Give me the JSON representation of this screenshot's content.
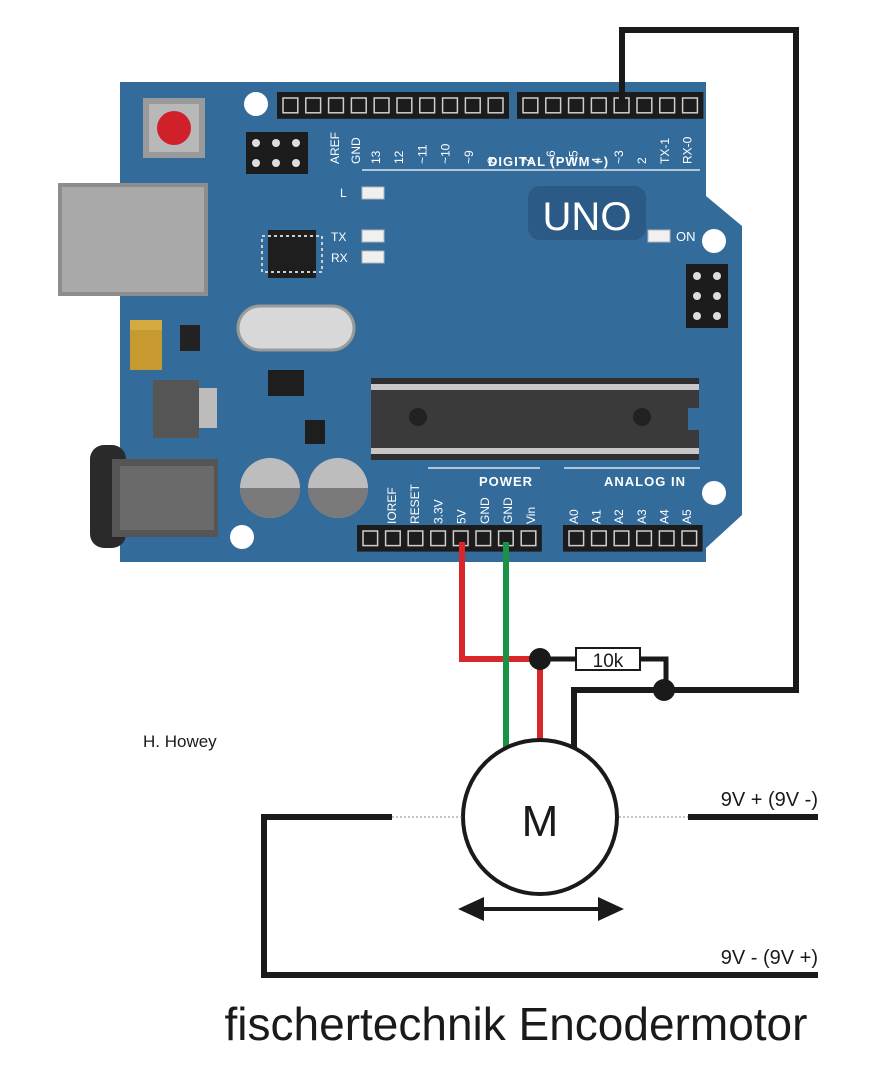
{
  "board": {
    "model_label": "UNO",
    "digital_section_label": "DIGITAL (PWM ~)",
    "digital_pins": [
      "AREF",
      "GND",
      "13",
      "12",
      "~11",
      "~10",
      "~9",
      "8",
      "7",
      "~6",
      "~5",
      "4",
      "~3",
      "2",
      "TX-1",
      "RX-0"
    ],
    "led_labels": {
      "l": "L",
      "tx": "TX",
      "rx": "RX",
      "on": "ON"
    },
    "power_section_label": "POWER",
    "power_pins": [
      "IOREF",
      "RESET",
      "3.3V",
      "5V",
      "GND",
      "GND",
      "Vin"
    ],
    "analog_section_label": "ANALOG IN",
    "analog_pins": [
      "A0",
      "A1",
      "A2",
      "A3",
      "A4",
      "A5"
    ],
    "colors": {
      "pcb": "#336b9b",
      "pcb_dark": "#2a5a85",
      "header": "#1c1c1c",
      "reset_button": "#d0202a"
    }
  },
  "circuit": {
    "resistor_label": "10k",
    "motor_label": "M",
    "supply_top_label": "9V + (9V -)",
    "supply_bottom_label": "9V - (9V +)",
    "colors": {
      "wire_5v": "#d9262a",
      "wire_gnd": "#1a9345",
      "wire_signal": "#1a1a1a"
    }
  },
  "author": "H. Howey",
  "title": "fischertechnik Encodermotor"
}
